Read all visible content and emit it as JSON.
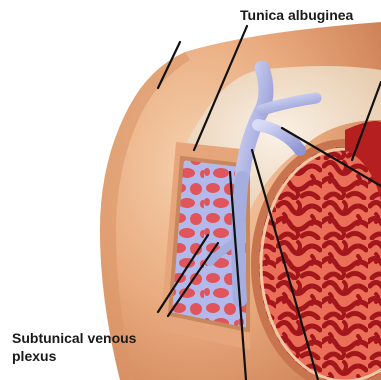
{
  "labels": {
    "tunica_albuginea": "Tunica albuginea",
    "subtunical_plexus_line1": "Subtunical venous",
    "subtunical_plexus_line2": "plexus"
  },
  "colors": {
    "tunica_outer": "#e6a478",
    "tunica_face": "#f2c9a2",
    "sinusoid_red": "#e2545a",
    "vein_blue": "#b5bce8",
    "erectile_dark": "#b51f1f",
    "erectile_light": "#e9705a",
    "leader_line": "#111111"
  }
}
